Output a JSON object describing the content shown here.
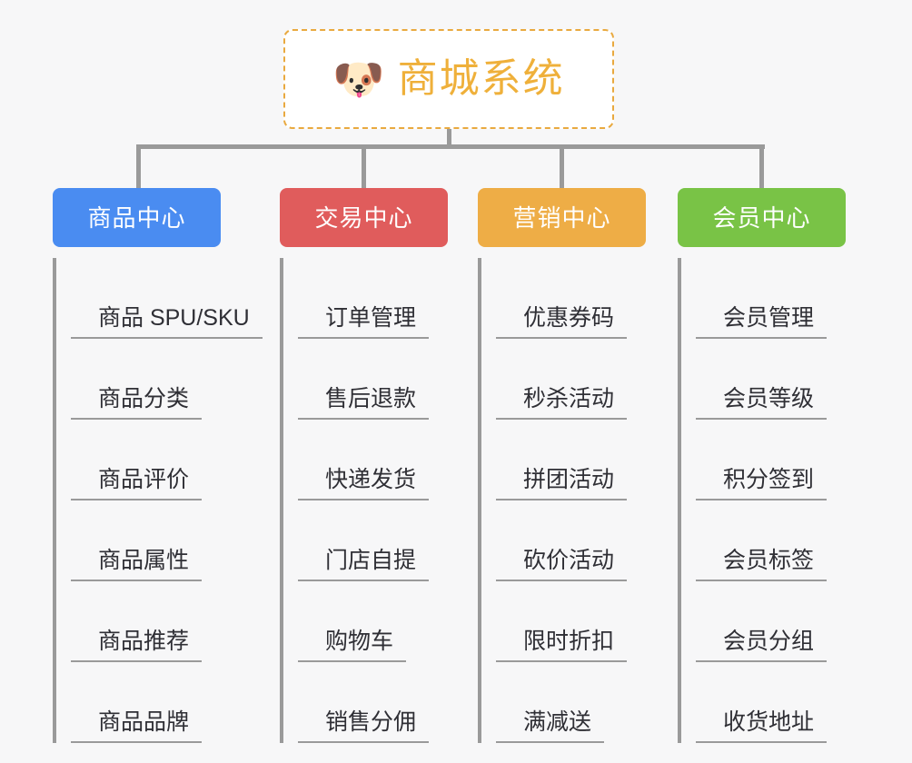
{
  "diagram": {
    "type": "mindmap",
    "background_color": "#f7f7f8",
    "root": {
      "icon": "shiba-dog-face-emoji",
      "icon_glyph": "🐶",
      "title": "商城系统",
      "text_color": "#efb03a",
      "border_color": "#e9a93f",
      "border_style": "dashed",
      "fill_color": "#ffffff"
    },
    "connector_color": "#9a9a9a",
    "branches": [
      {
        "label": "商品中心",
        "color": "#4a8cf1",
        "text_color": "#ffffff",
        "items": [
          "商品 SPU/SKU",
          "商品分类",
          "商品评价",
          "商品属性",
          "商品推荐",
          "商品品牌"
        ]
      },
      {
        "label": "交易中心",
        "color": "#e05c5c",
        "text_color": "#ffffff",
        "items": [
          "订单管理",
          "售后退款",
          "快递发货",
          "门店自提",
          "购物车",
          "销售分佣"
        ]
      },
      {
        "label": "营销中心",
        "color": "#eead46",
        "text_color": "#ffffff",
        "items": [
          "优惠券码",
          "秒杀活动",
          "拼团活动",
          "砍价活动",
          "限时折扣",
          "满减送"
        ]
      },
      {
        "label": "会员中心",
        "color": "#79c346",
        "text_color": "#ffffff",
        "items": [
          "会员管理",
          "会员等级",
          "积分签到",
          "会员标签",
          "会员分组",
          "收货地址"
        ]
      }
    ]
  }
}
